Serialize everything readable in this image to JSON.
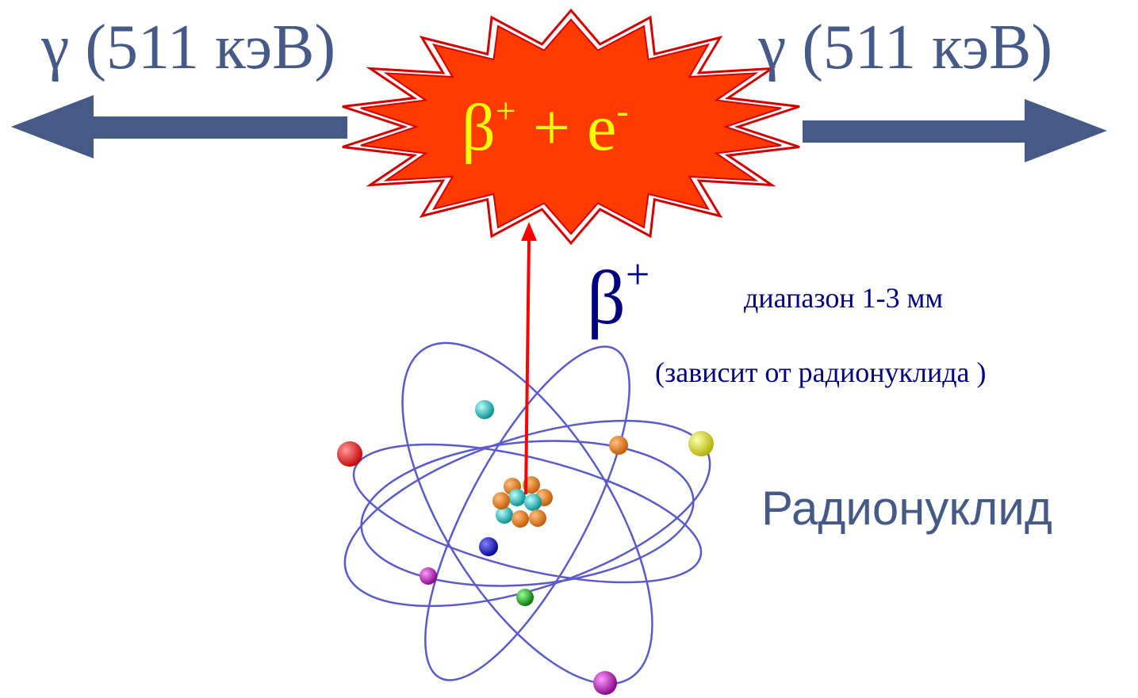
{
  "colors": {
    "arrow": "#465a87",
    "text_blue": "#465a87",
    "burst_fill": "#ff3a00",
    "burst_outline": "#d40000",
    "burst_text": "#ffff00",
    "beta_text": "#000080",
    "beta_arrow": "#ff0000",
    "text_dark": "#000080",
    "orbit": "#5a5acd"
  },
  "gamma": {
    "left": {
      "symbol": "γ",
      "label": "(511 кэВ)"
    },
    "right": {
      "symbol": "γ",
      "label": "(511 кэВ)"
    }
  },
  "annihilation": {
    "base": "β",
    "base_sup": "+",
    "plus": " + e",
    "e_sup": "-"
  },
  "beta": {
    "symbol": "β",
    "sup": "+"
  },
  "range": {
    "text": "диапазон 1-3 мм"
  },
  "depends": {
    "text": "(зависит от радионуклида )"
  },
  "atom": {
    "label": "Радионуклид",
    "nucleus_colors": [
      "#ff8c00",
      "#00cccc"
    ],
    "electrons": [
      {
        "icon": "electron-red",
        "color": "#e60000"
      },
      {
        "icon": "electron-cyan",
        "color": "#00b3b3"
      },
      {
        "icon": "electron-orange",
        "color": "#e87000"
      },
      {
        "icon": "electron-yellow",
        "color": "#e6e600"
      },
      {
        "icon": "electron-blue",
        "color": "#0000cc"
      },
      {
        "icon": "electron-purple",
        "color": "#b000b0"
      },
      {
        "icon": "electron-green",
        "color": "#00aa00"
      },
      {
        "icon": "electron-magenta",
        "color": "#c000c0"
      }
    ]
  }
}
